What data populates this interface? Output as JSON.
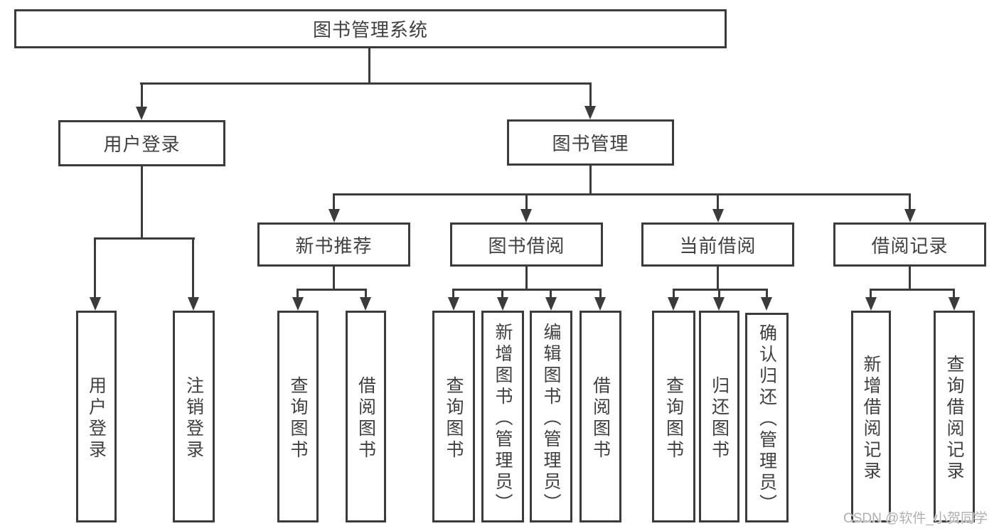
{
  "title": "图书管理系统",
  "colors": {
    "ink": "#3b3b3b",
    "text": "#404040",
    "background": "#ffffff",
    "watermark_color": "#b0b0b0"
  },
  "tree": {
    "root": {
      "label": "图书管理系统"
    },
    "branches": [
      {
        "label": "用户登录",
        "children": [
          {
            "label": "用户登录"
          },
          {
            "label": "注销登录"
          }
        ]
      },
      {
        "label": "图书管理",
        "children": [
          {
            "label": "新书推荐",
            "children": [
              {
                "label": "查询图书"
              },
              {
                "label": "借阅图书"
              }
            ]
          },
          {
            "label": "图书借阅",
            "children": [
              {
                "label": "查询图书"
              },
              {
                "label": "新增图书（管理员）"
              },
              {
                "label": "编辑图书（管理员）"
              },
              {
                "label": "借阅图书"
              }
            ]
          },
          {
            "label": "当前借阅",
            "children": [
              {
                "label": "查询图书"
              },
              {
                "label": "归还图书"
              },
              {
                "label": "确认归还（管理员）"
              }
            ]
          },
          {
            "label": "借阅记录",
            "children": [
              {
                "label": "新增借阅记录"
              },
              {
                "label": "查询借阅记录"
              }
            ]
          }
        ]
      }
    ]
  },
  "watermark": "CSDN @软件_小贺同学"
}
